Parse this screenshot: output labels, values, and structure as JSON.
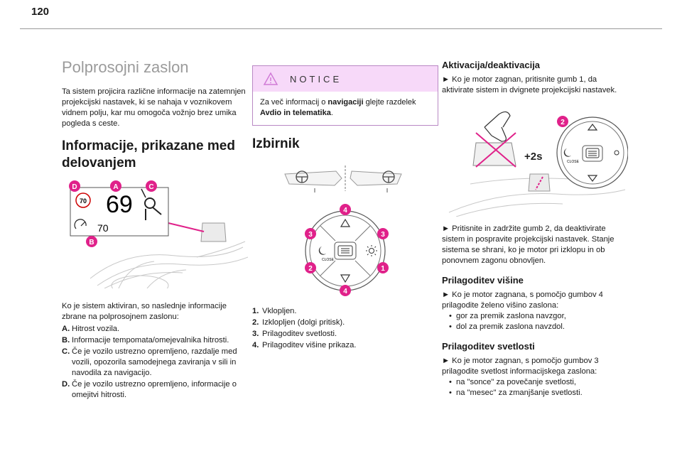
{
  "page_number": "120",
  "col1": {
    "title": "Polprosojni zaslon",
    "intro": "Ta sistem projicira različne informacije na zatemnjen projekcijski nastavek, ki se nahaja v voznikovem vidnem polju, kar mu omogoča vožnjo brez umika pogleda s ceste.",
    "heading": "Informacije, prikazane med delovanjem",
    "figure": {
      "speed": "69",
      "limit": "70",
      "cruise": "70",
      "callouts": [
        "D",
        "A",
        "C",
        "B"
      ]
    },
    "body": "Ko je sistem aktiviran, so naslednje informacije zbrane na polprosojnem zaslonu:",
    "items": [
      {
        "k": "A.",
        "t": "Hitrost vozila."
      },
      {
        "k": "B.",
        "t": "Informacije tempomata/omejevalnika hitrosti."
      },
      {
        "k": "C.",
        "t": "Če je vozilo ustrezno opremljeno, razdalje med vozili, opozorila samodejnega zaviranja v sili in navodila za navigacijo."
      },
      {
        "k": "D.",
        "t": "Če je vozilo ustrezno opremljeno, informacije o omejitvi hitrosti."
      }
    ]
  },
  "col2": {
    "notice_label": "NOTICE",
    "notice_pre": "Za več informacij o ",
    "notice_b1": "navigaciji",
    "notice_mid": " glejte razdelek ",
    "notice_b2": "Avdio in telematika",
    "notice_post": ".",
    "heading": "Izbirnik",
    "pad": {
      "close_label": "CLOSE",
      "callouts": [
        "4",
        "3",
        "3",
        "2",
        "1",
        "4"
      ]
    },
    "items": [
      {
        "k": "1.",
        "t": "Vklopljen."
      },
      {
        "k": "2.",
        "t": "Izklopljen (dolgi pritisk)."
      },
      {
        "k": "3.",
        "t": "Prilagoditev svetlosti."
      },
      {
        "k": "4.",
        "t": "Prilagoditev višine prikaza."
      }
    ]
  },
  "col3": {
    "h_activation": "Aktivacija/deaktivacija",
    "p_activation": "► Ko je motor zagnan, pritisnite gumb 1, da aktivirate sistem in dvignete projekcijski nastavek.",
    "figure": {
      "hold": "+2s",
      "close_label": "CLOSE",
      "callout": "2"
    },
    "p_deactivate": "► Pritisnite in zadržite gumb 2, da deaktivirate sistem in pospravite projekcijski nastavek. Stanje sistema se shrani, ko je motor pri izklopu in ob ponovnem zagonu obnovljen.",
    "h_height": "Prilagoditev višine",
    "p_height": "► Ko je motor zagnana, s pomočjo gumbov 4 prilagodite želeno višino zaslona:",
    "height_items": [
      "gor za premik zaslona navzgor,",
      "dol za premik zaslona navzdol."
    ],
    "h_brightness": "Prilagoditev svetlosti",
    "p_brightness": "► Ko je motor zagnan, s pomočjo gumbov 3 prilagodite svetlost informacijskega zaslona:",
    "brightness_items": [
      "na \"sonce\" za povečanje svetlosti,",
      "na \"mesec\" za zmanjšanje svetlosti."
    ]
  },
  "colors": {
    "accent": "#e0218a",
    "notice_bg": "#f7d9f9",
    "notice_border": "#b989c4",
    "heading_grey": "#9b9b9b"
  }
}
